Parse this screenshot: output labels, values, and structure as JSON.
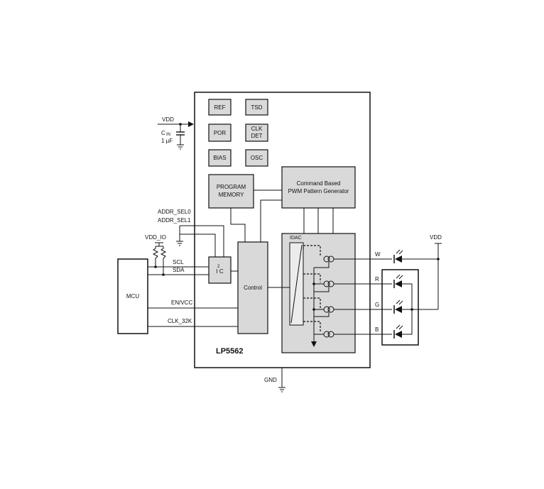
{
  "chip": {
    "part_number": "LP5562",
    "blocks": {
      "ref": "REF",
      "tsd": "TSD",
      "por": "POR",
      "clk_det_line1": "CLK",
      "clk_det_line2": "DET",
      "bias": "BIAS",
      "osc": "OSC",
      "program_memory_line1": "PROGRAM",
      "program_memory_line2": "MEMORY",
      "pwm_gen_line1": "Command Based",
      "pwm_gen_line2": "PWM Pattern Generator",
      "i2c_sup": "2",
      "i2c_main": "I C",
      "control": "Control",
      "idac": "IDAC"
    }
  },
  "mcu": {
    "label": "MCU"
  },
  "pins": {
    "vdd_in": "VDD",
    "cin_main": "C",
    "cin_sub": "IN",
    "cin_value": "1 µF",
    "addr_sel0": "ADDR_SEL0",
    "addr_sel1": "ADDR_SEL1",
    "vdd_io": "VDD_IO",
    "scl": "SCL",
    "sda": "SDA",
    "en_vcc": "EN/VCC",
    "clk_32k": "CLK_32K",
    "gnd": "GND"
  },
  "outputs": {
    "w": "W",
    "r": "R",
    "g": "G",
    "b": "B",
    "vdd_led": "VDD"
  }
}
